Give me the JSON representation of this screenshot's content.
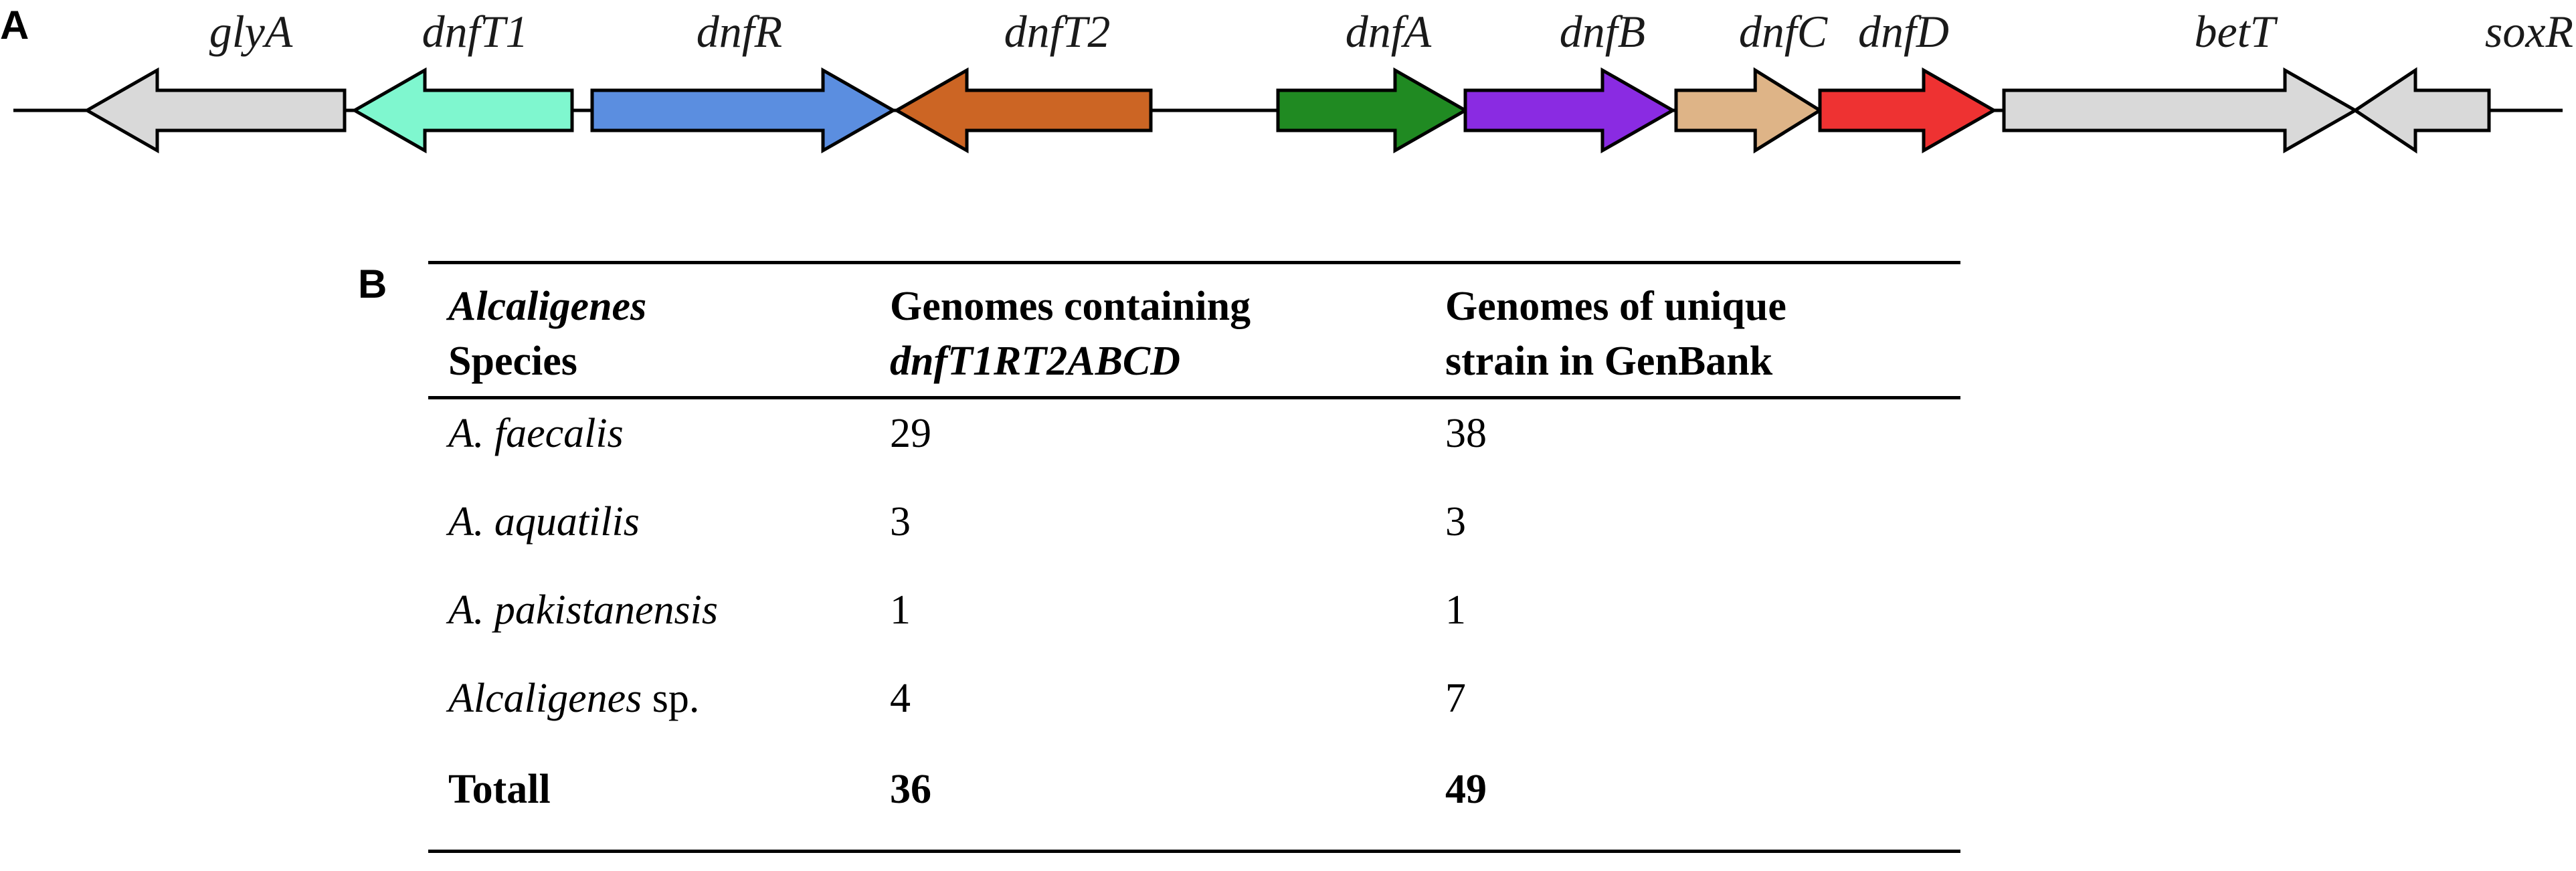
{
  "panel_a": {
    "label": "A",
    "genes": [
      {
        "name": "glyA",
        "color": "#d9d9d9",
        "direction": "left"
      },
      {
        "name": "dnfT1",
        "color": "#7ff7cf",
        "direction": "left"
      },
      {
        "name": "dnfR",
        "color": "#5b8ee0",
        "direction": "right"
      },
      {
        "name": "dnfT2",
        "color": "#cc6524",
        "direction": "left"
      },
      {
        "name": "dnfA",
        "color": "#208a22",
        "direction": "right"
      },
      {
        "name": "dnfB",
        "color": "#8a2be2",
        "direction": "right"
      },
      {
        "name": "dnfC",
        "color": "#deb487",
        "direction": "right"
      },
      {
        "name": "dnfD",
        "color": "#ee3232",
        "direction": "right"
      },
      {
        "name": "betT",
        "color": "#d9d9d9",
        "direction": "right"
      },
      {
        "name": "soxR",
        "color": "#d9d9d9",
        "direction": "left"
      }
    ]
  },
  "panel_b": {
    "label": "B",
    "headers": {
      "col1": {
        "line1": "Alcaligenes",
        "line2": "Species"
      },
      "col2": {
        "line1": "Genomes containing",
        "line2": "dnfT1RT2ABCD"
      },
      "col3": {
        "line1": "Genomes of unique",
        "line2": "strain in GenBank"
      }
    },
    "rows": [
      {
        "species": "A. faecalis",
        "species_suffix": "",
        "containing": "29",
        "unique": "38"
      },
      {
        "species": "A. aquatilis",
        "species_suffix": "",
        "containing": "3",
        "unique": "3"
      },
      {
        "species": "A. pakistanensis",
        "species_suffix": "",
        "containing": "1",
        "unique": "1"
      },
      {
        "species": "Alcaligenes",
        "species_suffix": " sp.",
        "containing": "4",
        "unique": "7"
      }
    ],
    "total": {
      "label": "Totall",
      "containing": "36",
      "unique": "49"
    }
  }
}
